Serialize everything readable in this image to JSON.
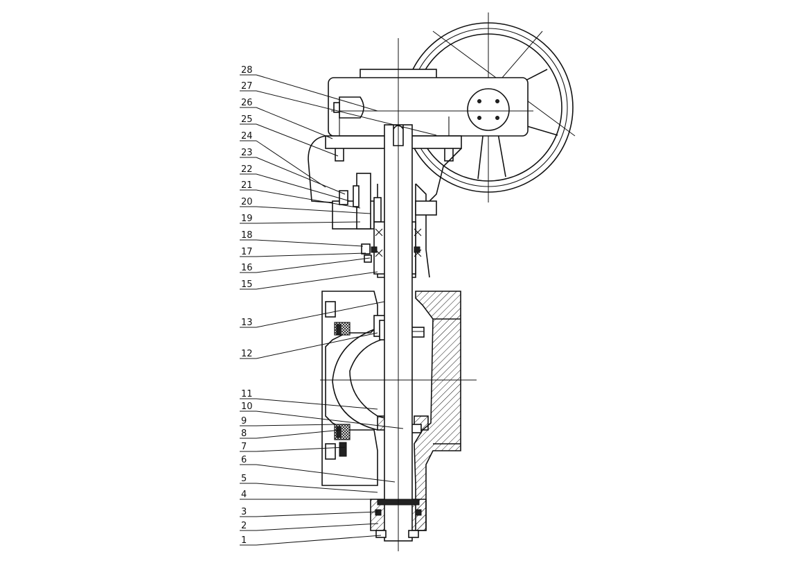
{
  "part_labels": [
    "28",
    "27",
    "26",
    "25",
    "24",
    "23",
    "22",
    "21",
    "20",
    "19",
    "18",
    "17",
    "16",
    "15",
    "13",
    "12",
    "11",
    "10",
    "9",
    "8",
    "7",
    "6",
    "5",
    "4",
    "3",
    "2",
    "1"
  ]
}
